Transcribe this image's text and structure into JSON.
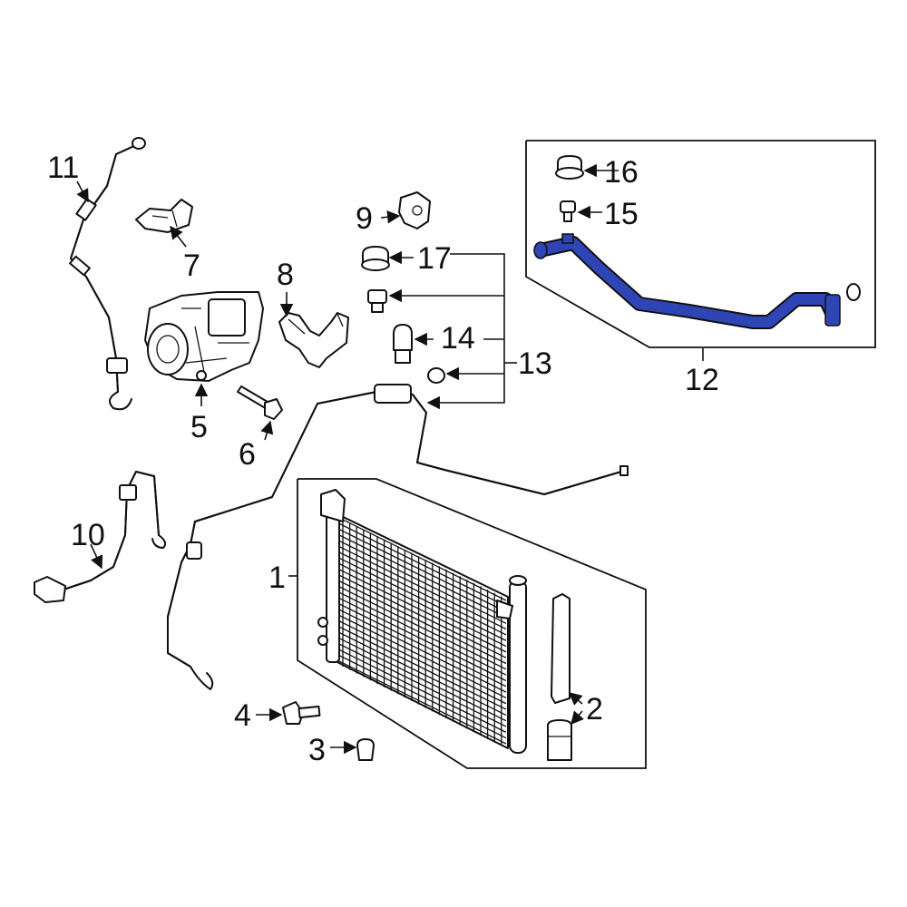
{
  "diagram": {
    "highlight_color": "#2f45b5",
    "highlighted_part": "12",
    "callouts": {
      "c1": "1",
      "c2": "2",
      "c3": "3",
      "c4": "4",
      "c5": "5",
      "c6": "6",
      "c7": "7",
      "c8": "8",
      "c9": "9",
      "c10": "10",
      "c11": "11",
      "c12": "12",
      "c13": "13",
      "c14": "14",
      "c15": "15",
      "c16": "16",
      "c17": "17"
    }
  }
}
